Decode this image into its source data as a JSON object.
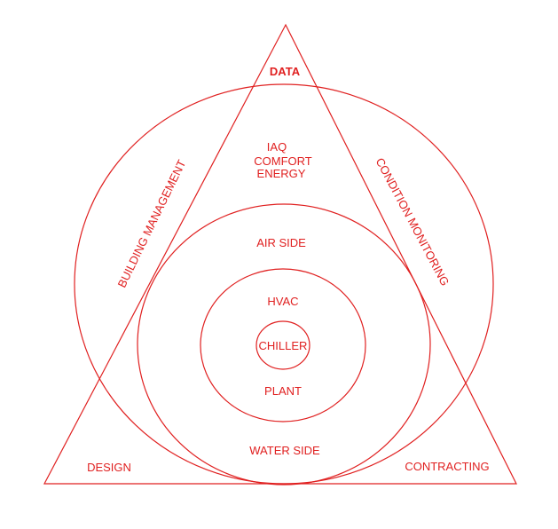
{
  "color": "#e02020",
  "labels": {
    "data": "DATA",
    "iaq": "IAQ",
    "comfort": "COMFORT",
    "energy": "ENERGY",
    "building_management": "BUILDING MANAGEMENT",
    "condition_monitoring": "CONDITION MONITORING",
    "air_side": "AIR SIDE",
    "hvac": "HVAC",
    "chiller": "CHILLER",
    "plant": "PLANT",
    "water_side": "WATER SIDE",
    "design": "DESIGN",
    "contracting": "CONTRACTING"
  }
}
